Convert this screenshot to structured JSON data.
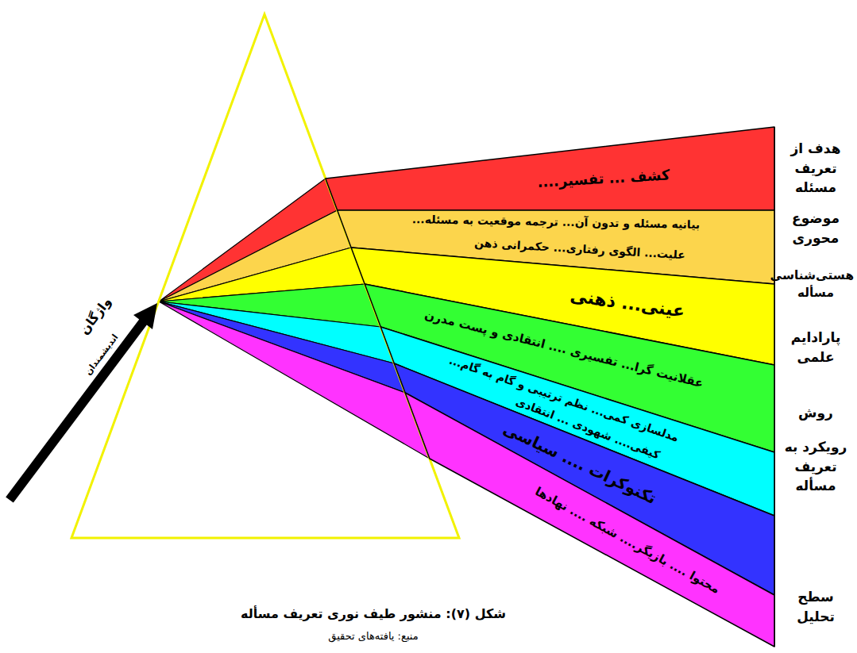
{
  "diagram": {
    "caption": "شکل (۷): منشور طیف نوری تعریف مسأله",
    "nodes": [
      {
        "text": [
          "کشف ... تفسیر...."
        ]
      },
      {
        "text": [
          "بیانیه مسئله و تدون آن... ترجمه موقعیت به مسئله...",
          "علیت... الگوی رفتاری... حکمرانی ذهن"
        ]
      },
      {
        "text": [
          "عینی... ذهنی"
        ]
      },
      {
        "text": [
          "عقلانیت گرا... تفسیری .... انتقادی و پست مدرن"
        ]
      },
      {
        "text": [
          "مدلسازی کمی... نظم ترتیبی و گام به گام...",
          "کیفی.... شهودی ... انتقادی"
        ]
      },
      {
        "text": [
          "تکنوکرات .... سیاسی"
        ]
      },
      {
        "text": [
          "محتوا .... بازیگر.... شبکه .... نهادها"
        ]
      }
    ],
    "labels": [
      "هدف از تعریف مسئله",
      "موضوع محوری",
      "هستی‌شناسی مسأله",
      "پارادایم علمی",
      "روش",
      "رویکرد به تعریف مسأله",
      "سطح تحلیل",
      "واژگان",
      "اندیشمندان",
      "منبع: یافته‌های تحقیق"
    ]
  }
}
